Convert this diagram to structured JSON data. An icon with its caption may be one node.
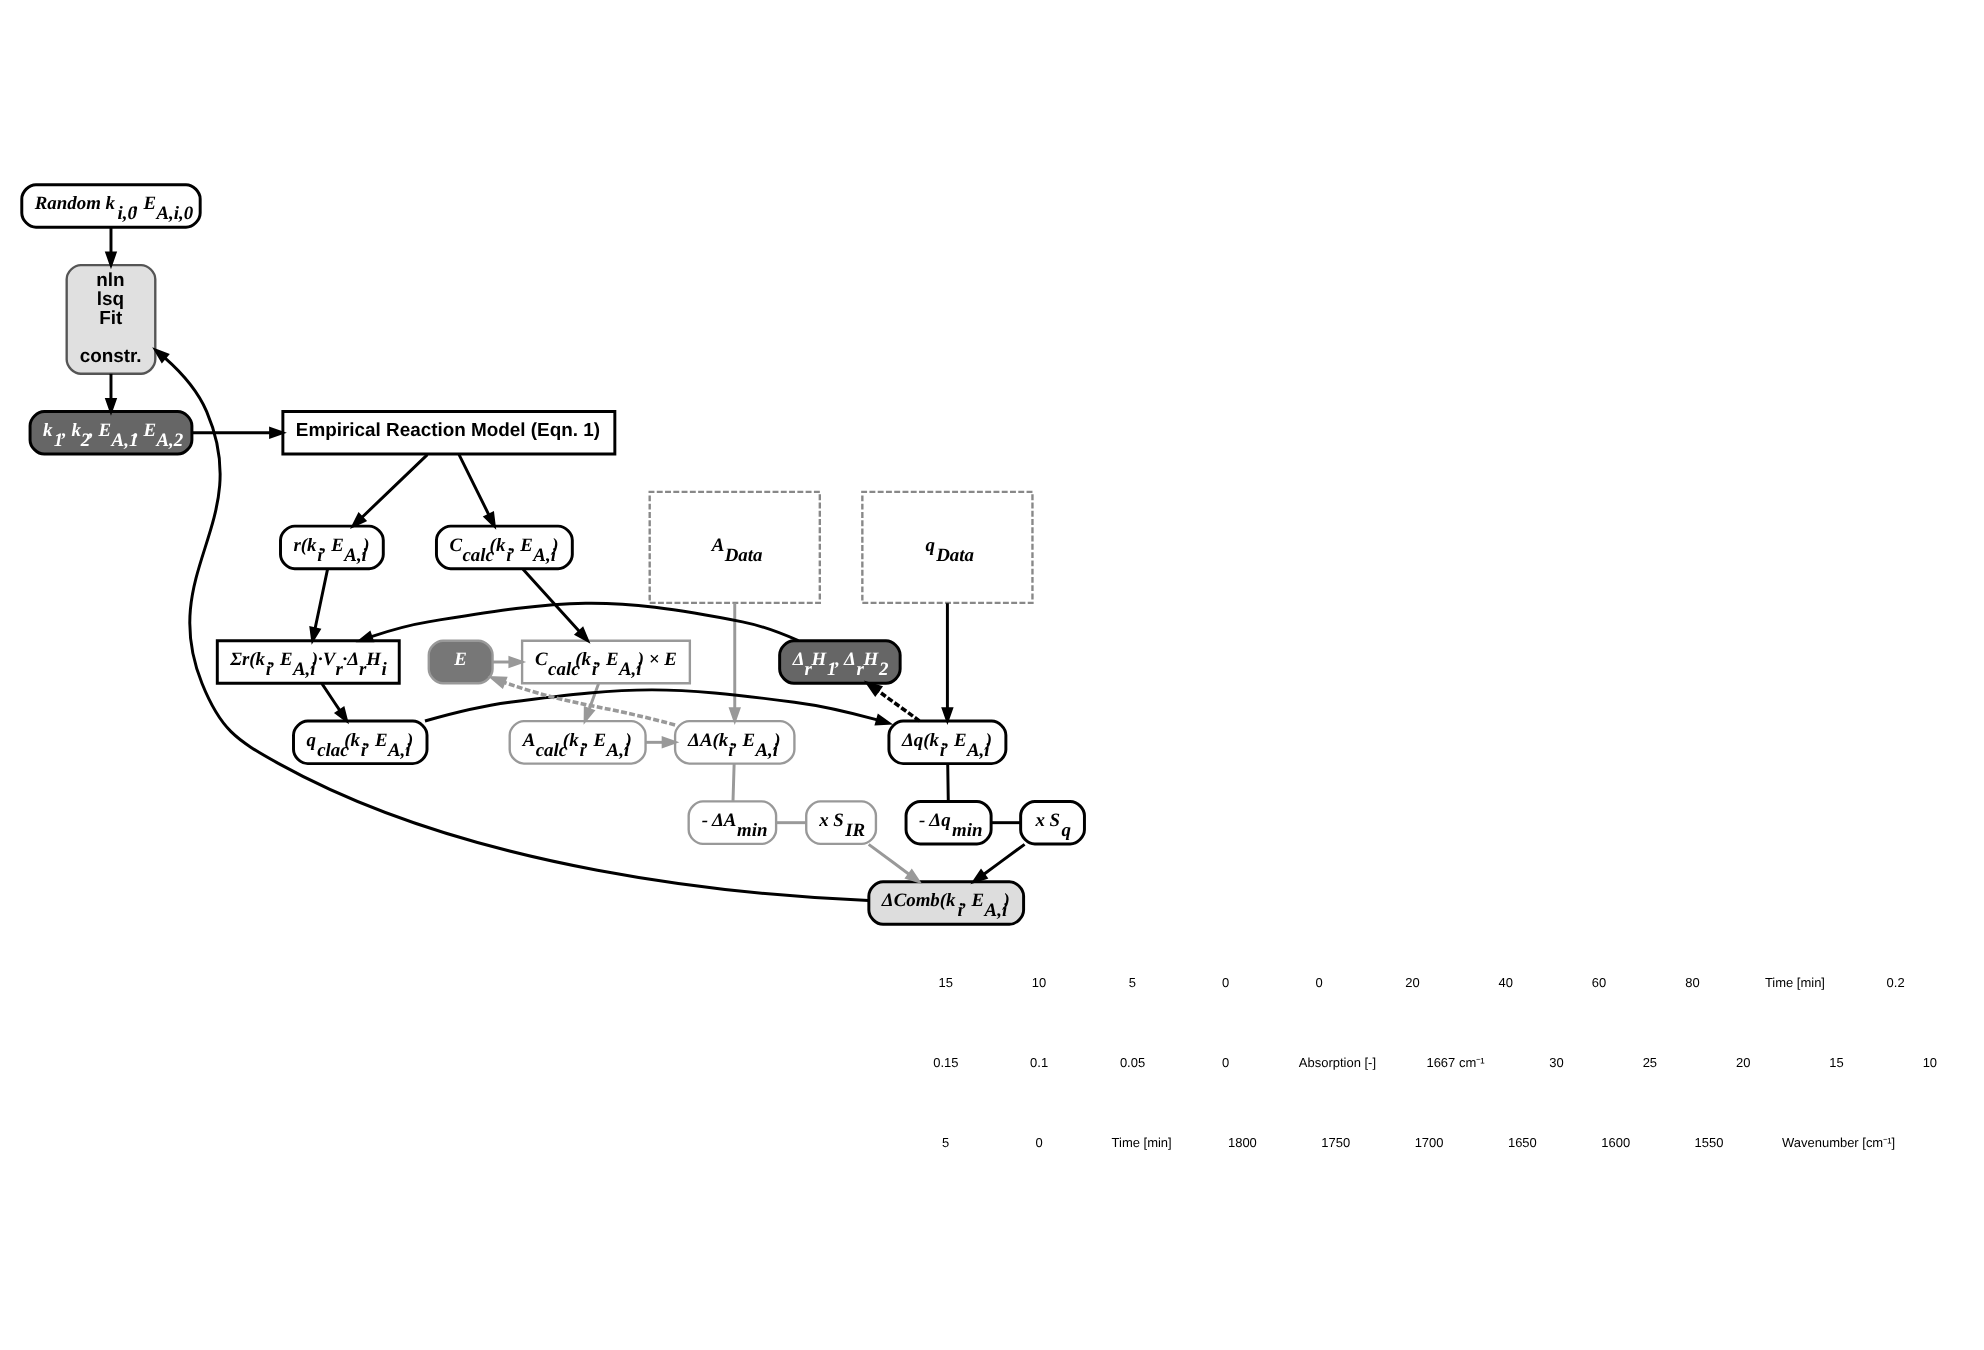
{
  "diagram": {
    "nodes": [
      {
        "text": [
          "Random k$_{i,0}$, E$_{A,i,0}$"
        ]
      },
      {
        "text": [
          "k$_{1}$, k$_{2}$, E$_{A,1}$, E$_{A,2}$"
        ]
      },
      {
        "text": [
          "Empirical Reaction Model (Eqn. 1)"
        ]
      },
      {
        "text": [
          "nln lsq Fit",
          "constr."
        ]
      },
      {
        "text": [
          "q$_{Data}$"
        ]
      },
      {
        "text": [
          "r(k$_{i}$, E$_{A,i}$)"
        ]
      },
      {
        "text": [
          "C$_{calc}$(k$_{i}$, E$_{A,i}$)"
        ]
      },
      {
        "text": [
          "A$_{Data}$"
        ]
      },
      {
        "text": [
          "Δ$_{r}$H$_{1}$, Δ$_{r}$H$_{2}$"
        ]
      },
      {
        "text": [
          "Σr(k$_{i}$, E$_{A,i}$)·V$_{r}$·Δ$_{r}$H$_{i}$"
        ]
      },
      {
        "text": [
          "C$_{calc}$(k$_{i}$, E$_{A,i}$) × E"
        ]
      },
      {
        "text": [
          "E"
        ]
      },
      {
        "text": [
          "Δq(k$_{i}$, E$_{A,i}$)"
        ]
      },
      {
        "text": [
          "q$_{clac}$(k$_{i}$, E$_{A,i}$)"
        ]
      },
      {
        "text": [
          "A$_{calc}$(k$_{i}$, E$_{A,i}$)"
        ]
      },
      {
        "text": [
          "ΔA(k$_{i}$, E$_{A,i}$)"
        ]
      },
      {
        "text": [
          "- Δq$_{min}$"
        ]
      },
      {
        "text": [
          "x S$_{q}$"
        ]
      },
      {
        "text": [
          "x S$_{IR}$"
        ]
      },
      {
        "text": [
          "- ΔA$_{min}$"
        ]
      },
      {
        "text": [
          "ΔComb(k$_{i}$, E$_{A,i}$)"
        ]
      }
    ],
    "edges": [
      {
        "from": 0,
        "to": 3,
        "arrow": "to"
      },
      {
        "from": 3,
        "to": 1,
        "arrow": "to"
      },
      {
        "from": 1,
        "to": 2,
        "arrow": "to"
      },
      {
        "from": 2,
        "to": 5,
        "arrow": "to"
      },
      {
        "from": 2,
        "to": 6,
        "arrow": "to"
      },
      {
        "from": 4,
        "to": 12,
        "arrow": "to"
      },
      {
        "from": 5,
        "to": 9,
        "arrow": "to"
      },
      {
        "from": 6,
        "to": 10,
        "arrow": "to"
      },
      {
        "from": 8,
        "to": 9,
        "arrow": "to"
      },
      {
        "from": 9,
        "to": 13,
        "arrow": "to"
      },
      {
        "from": 13,
        "to": 12,
        "arrow": "to"
      },
      {
        "from": 12,
        "to": 8,
        "arrow": "to",
        "style": "dashed"
      },
      {
        "from": 11,
        "to": 10,
        "arrow": "to",
        "color": "#999999"
      },
      {
        "from": 10,
        "to": 14,
        "arrow": "to",
        "color": "#999999"
      },
      {
        "from": 14,
        "to": 15,
        "arrow": "to",
        "color": "#999999"
      },
      {
        "from": 15,
        "to": 11,
        "arrow": "to",
        "style": "dashed",
        "color": "#999999"
      },
      {
        "from": 7,
        "to": 15,
        "arrow": "to",
        "color": "#999999"
      },
      {
        "from": 12,
        "to": 16,
        "arrow": "none"
      },
      {
        "from": 16,
        "to": 17,
        "arrow": "none"
      },
      {
        "from": 17,
        "to": 20,
        "arrow": "to"
      },
      {
        "from": 15,
        "to": 19,
        "arrow": "none",
        "color": "#999999"
      },
      {
        "from": 19,
        "to": 18,
        "arrow": "none",
        "color": "#999999"
      },
      {
        "from": 18,
        "to": 20,
        "arrow": "to",
        "color": "#999999"
      },
      {
        "from": 20,
        "to": 3,
        "arrow": "to"
      }
    ],
    "labels": [
      "15",
      "10",
      "5",
      "0",
      "0",
      "20",
      "40",
      "60",
      "80",
      "Time [min]",
      "0.2",
      "0.15",
      "0.1",
      "0.05",
      "0",
      "Absorption [-]",
      "1667 cm⁻¹",
      "30",
      "25",
      "20",
      "15",
      "10",
      "5",
      "0",
      "Time [min]",
      "1800",
      "1750",
      "1700",
      "1650",
      "1600",
      "1550",
      "Wavenumber [cm⁻¹]"
    ]
  }
}
